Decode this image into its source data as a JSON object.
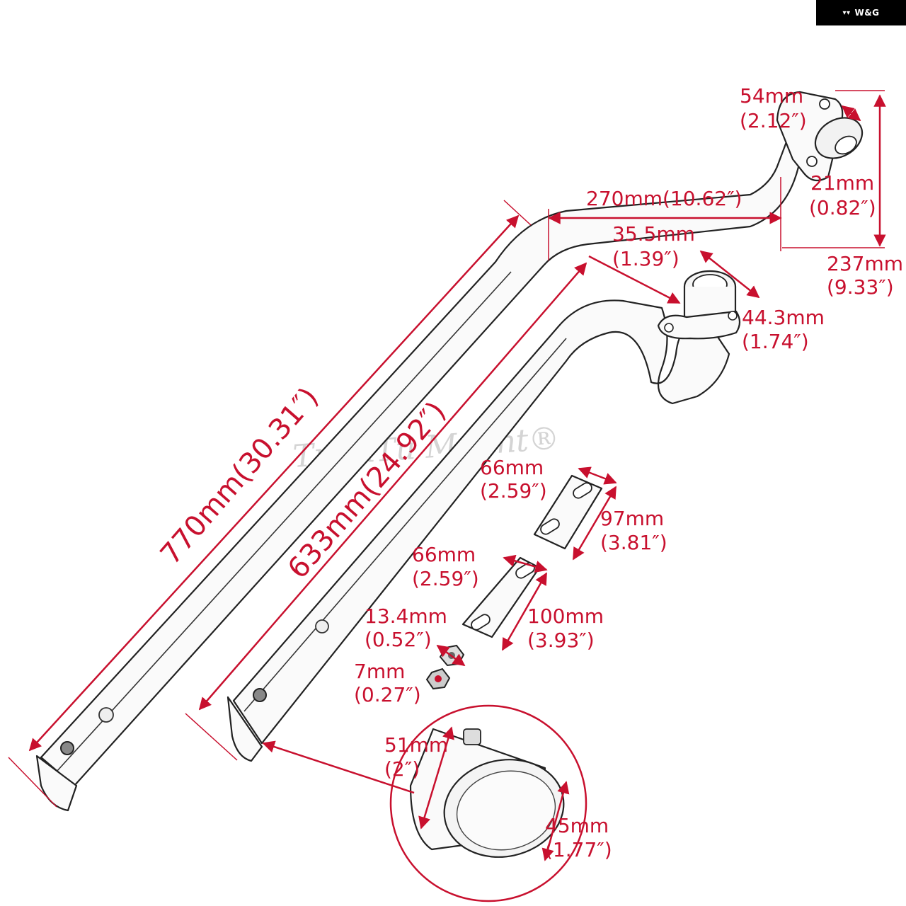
{
  "brand": {
    "logo_glyph": "▾▾",
    "text": "W&G"
  },
  "watermark": {
    "text": "TrickTu Mount®"
  },
  "dimensions": {
    "flange_width": {
      "mm": "54mm",
      "in": "(2.12″)"
    },
    "pipe_inner": {
      "mm": "21mm",
      "in": "(0.82″)"
    },
    "upper_run": {
      "mm": "270mm(10.62″)"
    },
    "upper_drop": {
      "mm": "35.5mm",
      "in": "(1.39″)"
    },
    "total_height": {
      "mm": "237mm",
      "in": "(9.33″)"
    },
    "port_diameter": {
      "mm": "44.3mm",
      "in": "(1.74″)"
    },
    "pipe_long": {
      "label": "770mm(30.31″)"
    },
    "pipe_short": {
      "label": "633mm(24.92″)"
    },
    "bracket_a_width": {
      "mm": "66mm",
      "in": "(2.59″)"
    },
    "bracket_a_length": {
      "mm": "97mm",
      "in": "(3.81″)"
    },
    "bracket_b_width": {
      "mm": "66mm",
      "in": "(2.59″)"
    },
    "bracket_b_length": {
      "mm": "100mm",
      "in": "(3.93″)"
    },
    "nut_large": {
      "mm": "13.4mm",
      "in": "(0.52″)"
    },
    "nut_small": {
      "mm": "7mm",
      "in": "(0.27″)"
    },
    "tip_outer": {
      "mm": "51mm",
      "in": "(2″)"
    },
    "tip_inner": {
      "mm": "45mm",
      "in": "(1.77″)"
    }
  },
  "colors": {
    "dimension": "#c8102e",
    "outline": "#222222",
    "badge_bg": "#000000"
  }
}
